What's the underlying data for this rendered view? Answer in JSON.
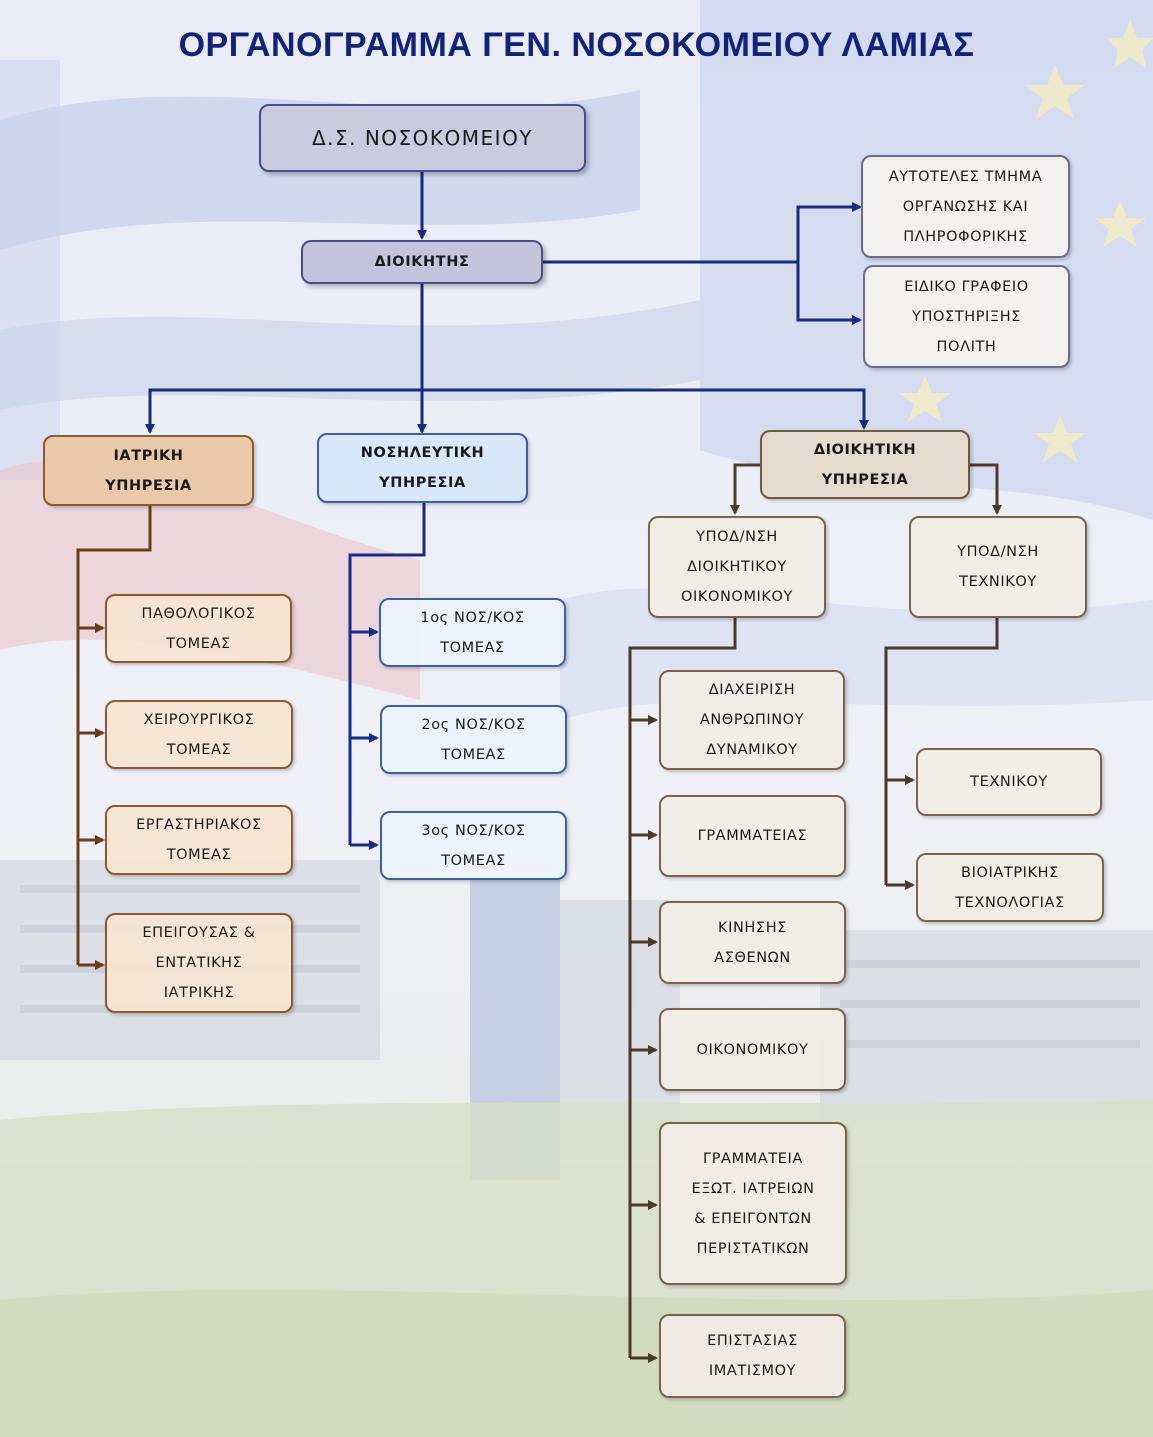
{
  "title": "ΟΡΓΑΝΟΓΡΑΜΜΑ ΓΕΝ. ΝΟΣΟΚΟΜΕΙΟΥ ΛΑΜΙΑΣ",
  "colors": {
    "title": "#12237a",
    "executive_line": "#1a2a7a",
    "medical_line": "#6b3e1b",
    "nursing_line": "#1a2a8c",
    "administrative_line": "#4b3a2a"
  },
  "board": "Δ.Σ. ΝΟΣΟΚΟΜΕΙΟΥ",
  "director": "ΔΙΟΙΚΗΤΗΣ",
  "director_units": [
    "ΑΥΤΟΤΕΛΕΣ ΤΜΗΜΑ\nΟΡΓΑΝΩΣΗΣ ΚΑΙ\nΠΛΗΡΟΦΟΡΙΚΗΣ",
    "ΕΙΔΙΚΟ ΓΡΑΦΕΙΟ\nΥΠΟΣΤΗΡΙΞΗΣ\nΠΟΛΙΤΗ"
  ],
  "medical": {
    "header": "ΙΑΤΡΙΚΗ\nΥΠΗΡΕΣΙΑ",
    "sectors": [
      "ΠΑΘΟΛΟΓΙΚΟΣ\nΤΟΜΕΑΣ",
      "ΧΕΙΡΟΥΡΓΙΚΟΣ\nΤΟΜΕΑΣ",
      "ΕΡΓΑΣΤΗΡΙΑΚΟΣ\nΤΟΜΕΑΣ",
      "ΕΠΕΙΓΟΥΣΑΣ &\nΕΝΤΑΤΙΚΗΣ\nΙΑΤΡΙΚΗΣ"
    ]
  },
  "nursing": {
    "header": "ΝΟΣΗΛΕΥΤΙΚΗ\nΥΠΗΡΕΣΙΑ",
    "sectors": [
      "1ος ΝΟΣ/ΚΟΣ\nΤΟΜΕΑΣ",
      "2ος ΝΟΣ/ΚΟΣ\nΤΟΜΕΑΣ",
      "3ος ΝΟΣ/ΚΟΣ\nΤΟΜΕΑΣ"
    ]
  },
  "administrative": {
    "header": "ΔΙΟΙΚΗΤΙΚΗ\nΥΠΗΡΕΣΙΑ",
    "economic": {
      "header": "ΥΠΟΔ/ΝΣΗ\nΔΙΟΙΚΗΤΙΚΟΥ\nΟΙΚΟΝΟΜΙΚΟΥ",
      "units": [
        "ΔΙΑΧΕΙΡΙΣΗ\nΑΝΘΡΩΠΙΝΟΥ\nΔΥΝΑΜΙΚΟΥ",
        "ΓΡΑΜΜΑΤΕΙΑΣ",
        "ΚΙΝΗΣΗΣ\nΑΣΘΕΝΩΝ",
        "ΟΙΚΟΝΟΜΙΚΟΥ",
        "ΓΡΑΜΜΑΤΕΙΑ\nΕΞΩΤ. ΙΑΤΡΕΙΩΝ\n& ΕΠΕΙΓΟΝΤΩΝ\nΠΕΡΙΣΤΑΤΙΚΩΝ",
        "ΕΠΙΣΤΑΣΙΑΣ\nΙΜΑΤΙΣΜΟΥ"
      ]
    },
    "technical": {
      "header": "ΥΠΟΔ/ΝΣΗ\nΤΕΧΝΙΚΟΥ",
      "units": [
        "ΤΕΧΝΙΚΟΥ",
        "ΒΙΟΙΑΤΡΙΚΗΣ\nΤΕΧΝΟΛΟΓΙΑΣ"
      ]
    }
  }
}
